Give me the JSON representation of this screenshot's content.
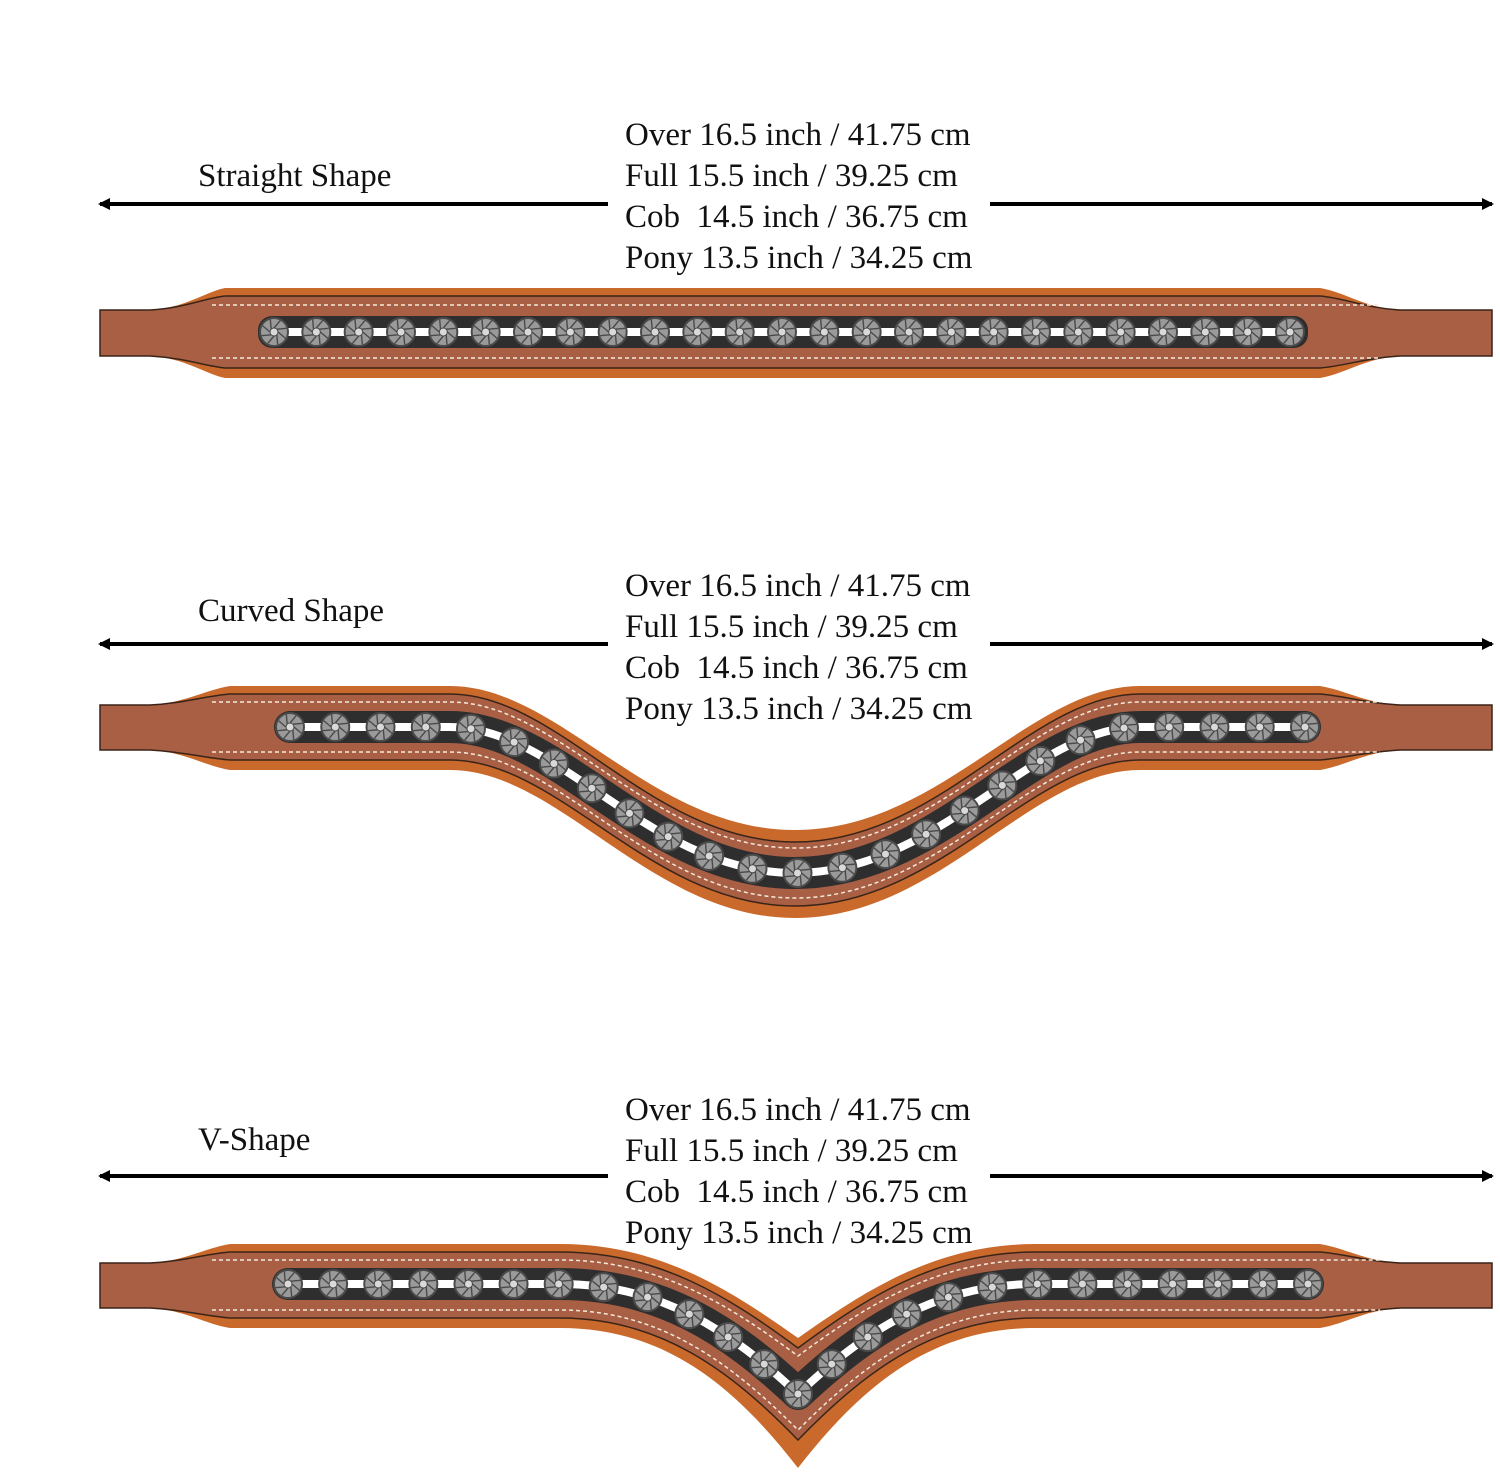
{
  "colors": {
    "leather_outer": "#c96a2c",
    "leather_inner": "#a85f43",
    "leather_edge": "#b06a3c",
    "channel": "#2e2e2e",
    "crystal": "#9a9a9a",
    "crystal_dark": "#4a4a4a",
    "stitch": "#f5e9dc",
    "arrow": "#000000",
    "text": "#111111"
  },
  "sections": [
    {
      "label": "Straight Shape",
      "shape": "straight",
      "sizes": [
        "Over 16.5 inch / 41.75 cm",
        "Full 15.5 inch / 39.25 cm",
        "Cob  14.5 inch / 36.75 cm",
        "Pony 13.5 inch / 34.25 cm"
      ],
      "crystal_count": 25
    },
    {
      "label": "Curved Shape",
      "shape": "curved",
      "sizes": [
        "Over 16.5 inch / 41.75 cm",
        "Full 15.5 inch / 39.25 cm",
        "Cob  14.5 inch / 36.75 cm",
        "Pony 13.5 inch / 34.25 cm"
      ],
      "crystal_count": 25
    },
    {
      "label": "V-Shape",
      "shape": "v",
      "sizes": [
        "Over 16.5 inch / 41.75 cm",
        "Full 15.5 inch / 39.25 cm",
        "Cob  14.5 inch / 36.75 cm",
        "Pony 13.5 inch / 34.25 cm"
      ],
      "crystal_count": 25
    }
  ]
}
